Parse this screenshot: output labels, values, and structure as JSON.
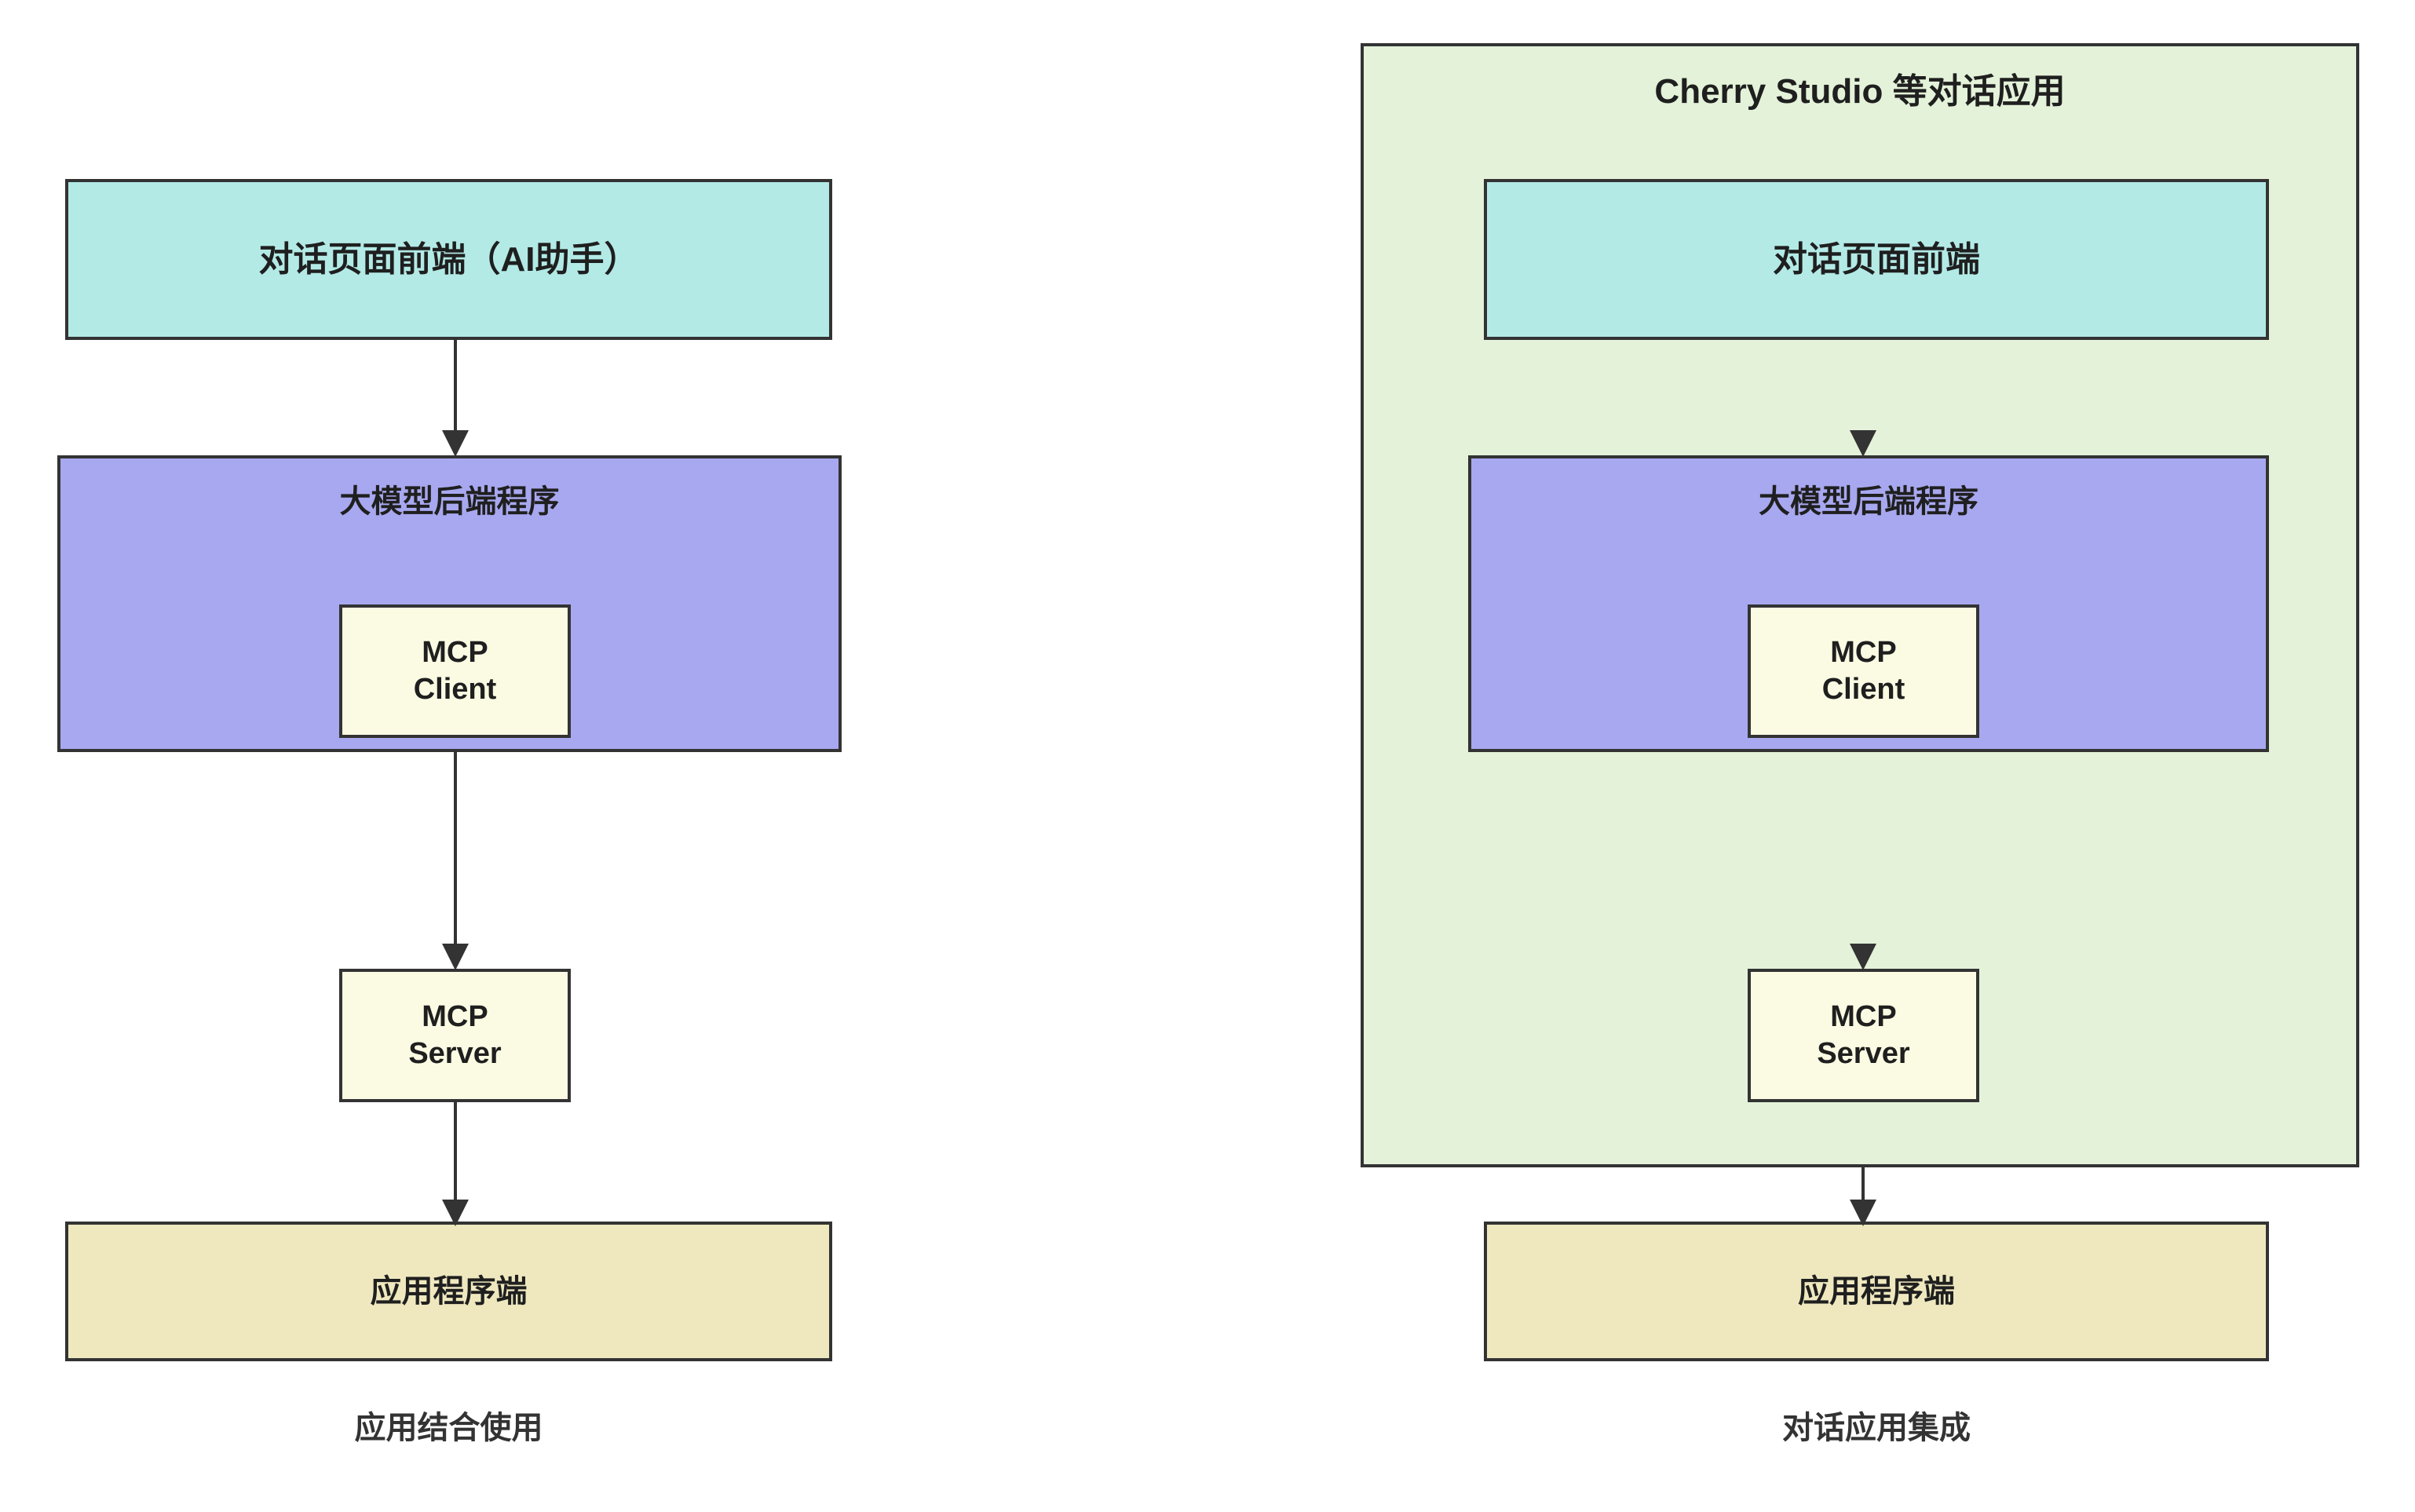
{
  "diagram": {
    "title_left": "应用结合使用",
    "title_right": "对话应用集成",
    "colors": {
      "frontend": "#b3eae6",
      "backend": "#a8a8f0",
      "mcp": "#fbfbe3",
      "application": "#efe8bf",
      "chat_app_container": "#e3f2d9",
      "stroke": "#333333"
    }
  },
  "left_panel": {
    "caption": "应用结合使用",
    "nodes": {
      "frontend": "对话页面前端（AI助手）",
      "backend": "大模型后端程序",
      "mcp_client_line1": "MCP",
      "mcp_client_line2": "Client",
      "mcp_server_line1": "MCP",
      "mcp_server_line2": "Server",
      "application": "应用程序端"
    }
  },
  "right_panel": {
    "caption": "对话应用集成",
    "nodes": {
      "chat_app_container": "Cherry Studio 等对话应用",
      "frontend": "对话页面前端",
      "backend": "大模型后端程序",
      "mcp_client_line1": "MCP",
      "mcp_client_line2": "Client",
      "mcp_server_line1": "MCP",
      "mcp_server_line2": "Server",
      "application": "应用程序端"
    }
  }
}
